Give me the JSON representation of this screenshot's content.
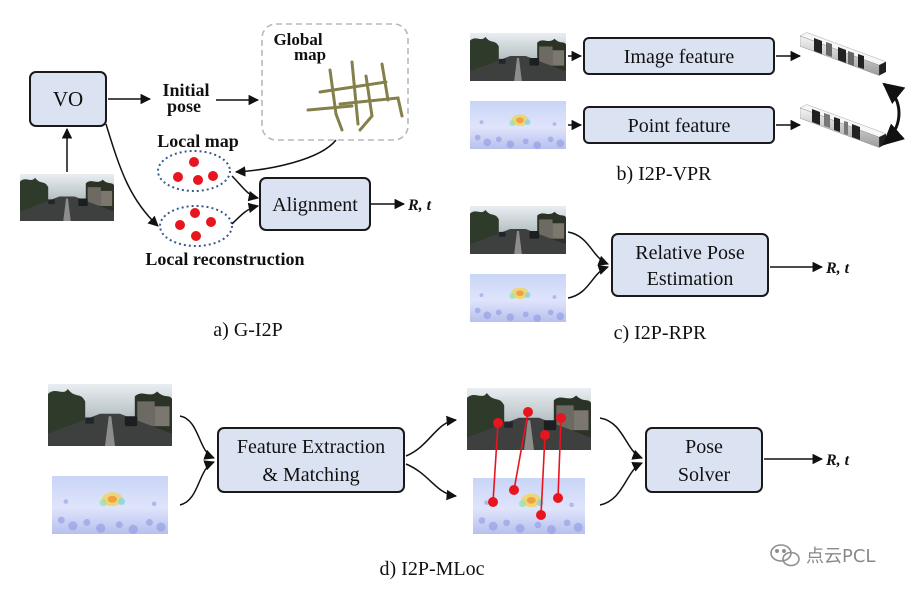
{
  "panel_a": {
    "vo_label": "VO",
    "initial_pose_line1": "Initial",
    "initial_pose_line2": "pose",
    "global_map_line1": "Global",
    "global_map_line2": "map",
    "local_map_label": "Local map",
    "alignment_label": "Alignment",
    "output_label": "R, t",
    "local_reconstruction_label": "Local reconstruction",
    "caption": "a) G-I2P"
  },
  "panel_b": {
    "image_feature_label": "Image feature",
    "point_feature_label": "Point feature",
    "caption": "b) I2P-VPR"
  },
  "panel_c": {
    "rpe_line1": "Relative Pose",
    "rpe_line2": "Estimation",
    "output_label": "R, t",
    "caption": "c) I2P-RPR"
  },
  "panel_d": {
    "fem_line1": "Feature Extraction",
    "fem_line2": "& Matching",
    "solver_line1": "Pose",
    "solver_line2": "Solver",
    "output_label": "R, t",
    "caption": "d) I2P-MLoc"
  },
  "watermark": {
    "text": "点云PCL",
    "icon": "wechat-icon"
  },
  "colors": {
    "box_fill": "#dbe3f3",
    "box_stroke": "#1a1a1a",
    "dot_red": "#e8141e",
    "dotted_ellipse": "#3a5a8f",
    "map_trace": "#6f6a2c"
  }
}
